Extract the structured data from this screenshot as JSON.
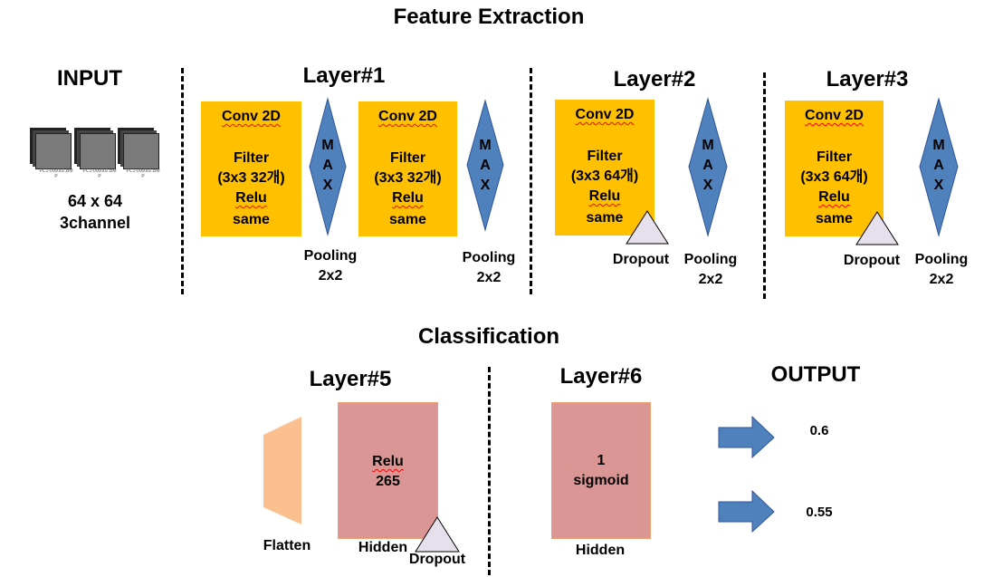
{
  "titles": {
    "feature": "Feature Extraction",
    "classification": "Classification"
  },
  "input": {
    "label": "INPUT",
    "size": "64 x 64",
    "channels": "3channel",
    "thumb_caption": "PC1-000002.BM P"
  },
  "layer1": {
    "label": "Layer#1",
    "conv_a": {
      "title": "Conv 2D",
      "filter": "Filter",
      "spec": "(3x3 32개)",
      "act": "Relu",
      "pad": "same"
    },
    "conv_b": {
      "title": "Conv 2D",
      "filter": "Filter",
      "spec": "(3x3 32개)",
      "act": "Relu",
      "pad": "same"
    },
    "pool_a": {
      "label": "Pooling",
      "size": "2x2"
    },
    "pool_b": {
      "label": "Pooling",
      "size": "2x2"
    }
  },
  "layer2": {
    "label": "Layer#2",
    "conv": {
      "title": "Conv 2D",
      "filter": "Filter",
      "spec": "(3x3 64개)",
      "act": "Relu",
      "pad": "same"
    },
    "dropout": "Dropout",
    "pool": {
      "label": "Pooling",
      "size": "2x2"
    }
  },
  "layer3": {
    "label": "Layer#3",
    "conv": {
      "title": "Conv 2D",
      "filter": "Filter",
      "spec": "(3x3 64개)",
      "act": "Relu",
      "pad": "same"
    },
    "dropout": "Dropout",
    "pool": {
      "label": "Pooling",
      "size": "2x2"
    }
  },
  "max_letters": [
    "M",
    "A",
    "X"
  ],
  "layer5": {
    "label": "Layer#5",
    "flatten": "Flatten",
    "act": "Relu",
    "units": "265",
    "hidden": "Hidden",
    "dropout": "Dropout"
  },
  "layer6": {
    "label": "Layer#6",
    "units": "1",
    "act": "sigmoid",
    "hidden": "Hidden"
  },
  "output": {
    "label": "OUTPUT",
    "values": [
      "0.6",
      "0.55"
    ]
  },
  "colors": {
    "conv": "#ffc000",
    "max": "#4f81bd",
    "dense": "#d99694",
    "flatten": "#fac090",
    "dropout": "#e6e0ec",
    "arrow": "#4f81bd"
  }
}
